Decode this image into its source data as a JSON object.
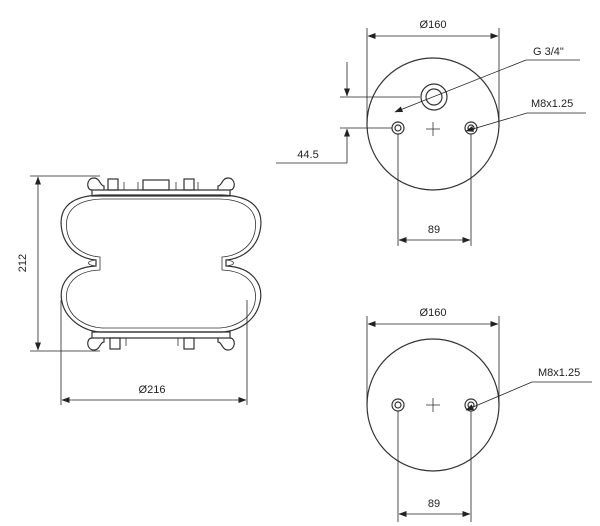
{
  "side_view": {
    "height_label": "212",
    "width_label": "Ø216"
  },
  "top_view": {
    "diameter_label": "Ø160",
    "air_fitting_label": "G 3/4\"",
    "thread_label": "M8x1.25",
    "offset_label": "44.5",
    "spacing_label": "89"
  },
  "bottom_view": {
    "diameter_label": "Ø160",
    "thread_label": "M8x1.25",
    "spacing_label": "89"
  }
}
